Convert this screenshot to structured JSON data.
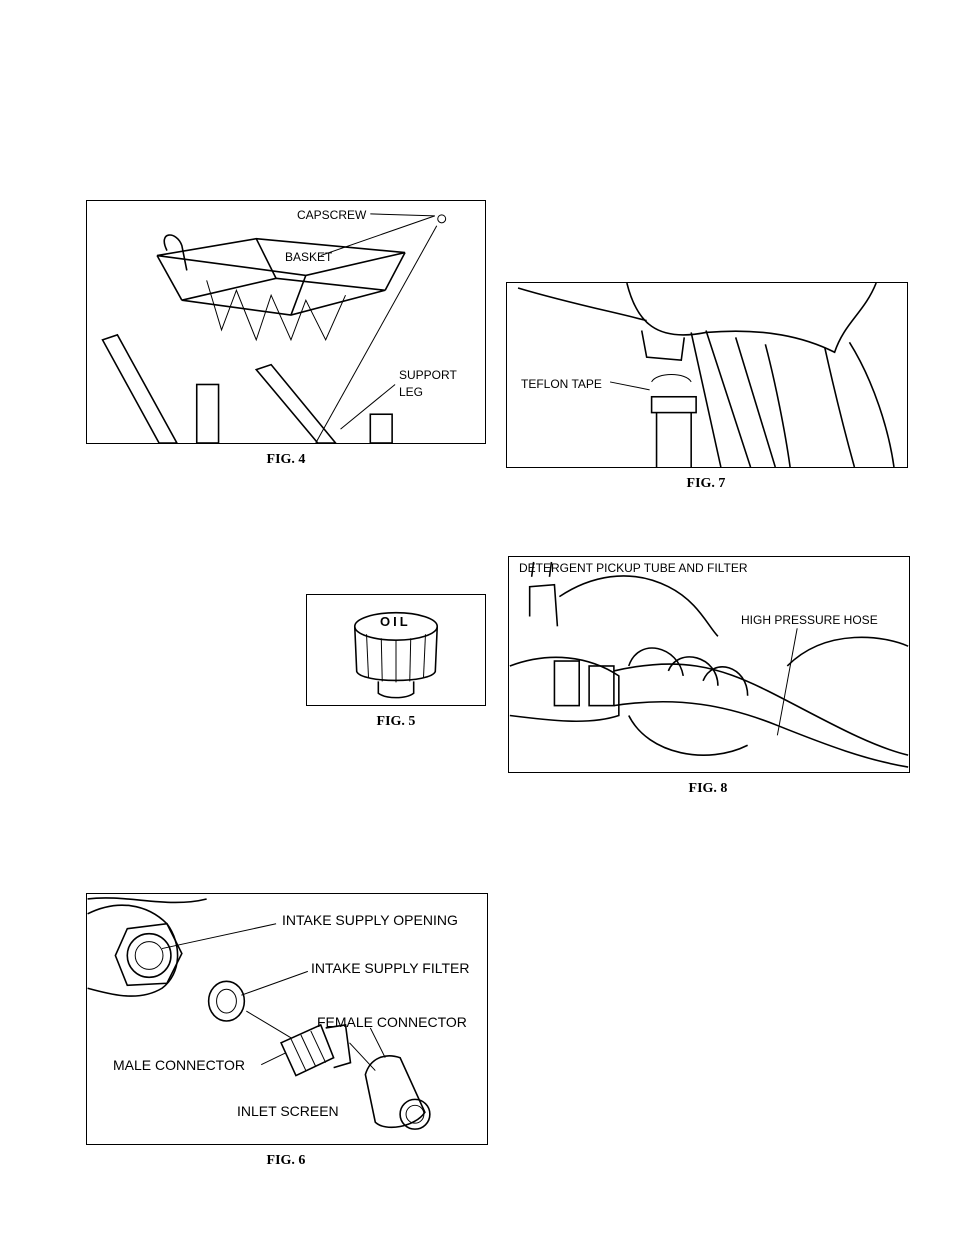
{
  "fig4": {
    "caption": "FIG. 4",
    "labels": {
      "capscrew": "CAPSCREW",
      "basket": "BASKET",
      "support_leg_1": "SUPPORT",
      "support_leg_2": "LEG"
    }
  },
  "fig5": {
    "caption": "FIG. 5",
    "cap_text": "OIL"
  },
  "fig6": {
    "caption": "FIG. 6",
    "labels": {
      "intake_opening": "INTAKE SUPPLY OPENING",
      "intake_filter": "INTAKE SUPPLY FILTER",
      "female_connector": "FEMALE CONNECTOR",
      "male_connector": "MALE CONNECTOR",
      "inlet_screen": "INLET SCREEN"
    }
  },
  "fig7": {
    "caption": "FIG. 7",
    "labels": {
      "teflon_tape": "TEFLON TAPE"
    }
  },
  "fig8": {
    "caption": "FIG. 8",
    "labels": {
      "detergent_tube": "DETERGENT PICKUP TUBE AND FILTER",
      "high_pressure_hose": "HIGH PRESSURE HOSE"
    }
  }
}
